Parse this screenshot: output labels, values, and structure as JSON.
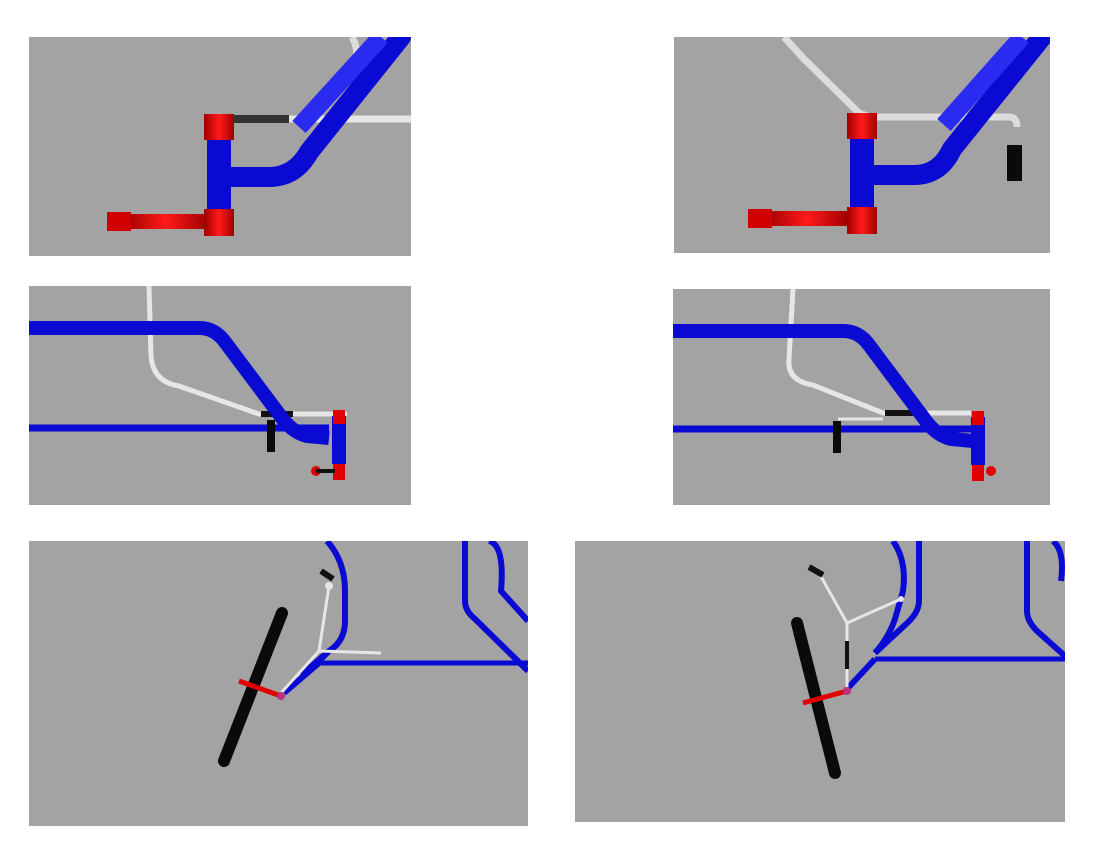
{
  "figure": {
    "background_color": "#ffffff",
    "panel_background": "#a3a3a3",
    "colors": {
      "frame_blue": "#0a0ad2",
      "frame_blue_dark": "#00009a",
      "spindle_red": "#e00000",
      "spindle_red_dark": "#a00000",
      "tie_rod_white": "#e6e6e6",
      "tie_rod_grey": "#9a9a9a",
      "wheel_black": "#0a0a0a",
      "joint_magenta": "#c0307a"
    },
    "panels": [
      {
        "id": "panel-1",
        "view": "rear-view-before"
      },
      {
        "id": "panel-2",
        "view": "rear-view-after"
      },
      {
        "id": "panel-3",
        "view": "side-view-before"
      },
      {
        "id": "panel-4",
        "view": "side-view-after"
      },
      {
        "id": "panel-5",
        "view": "top-view-before"
      },
      {
        "id": "panel-6",
        "view": "top-view-after"
      }
    ]
  }
}
